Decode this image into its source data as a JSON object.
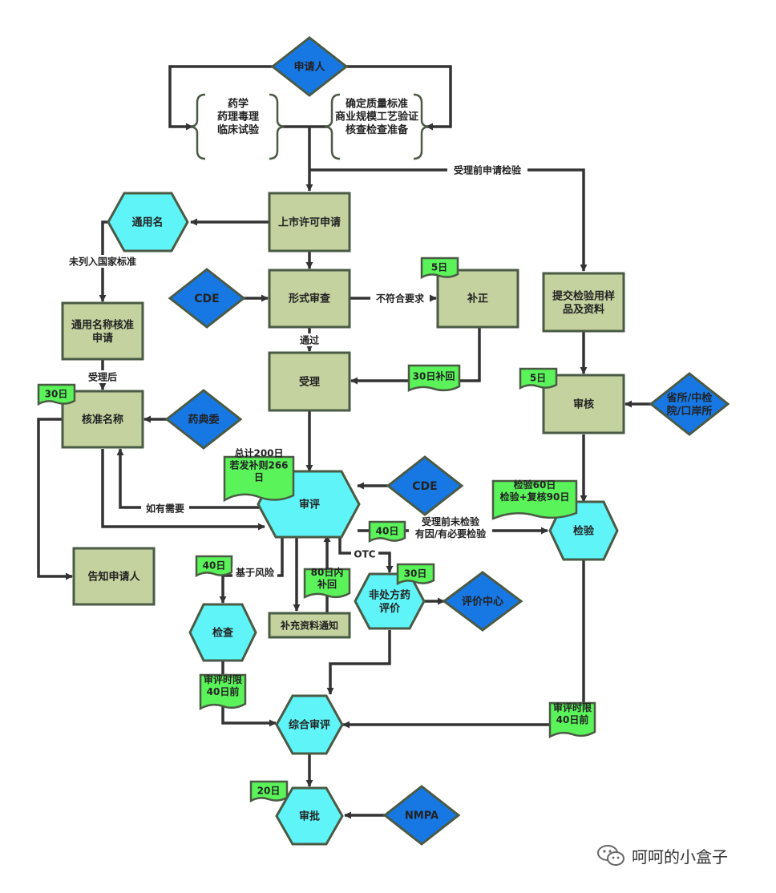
{
  "colors": {
    "process_fill": "#c3d29f",
    "process_stroke": "#4a5a44",
    "hex_fill": "#5ff4f8",
    "diamond_fill": "#1778e4",
    "tag_fill": "#5af35a",
    "line": "#333333"
  },
  "nodes": {
    "applicant": "申请人",
    "brace_left": "药学\n药理毒理\n临床试验",
    "brace_right": "确定质量标准\n商业规模工艺验证\n核查检查准备",
    "market_app": "上市许可申请",
    "generic_name": "通用名",
    "generic_name_app": "通用名称核准\n申请",
    "formal_review": "形式审查",
    "cde_1": "CDE",
    "supplement": "补正",
    "accept": "受理",
    "submit_samples": "提交检验用样\n品及资料",
    "audit": "审核",
    "provincial": "省所/中检\n院/口岸所",
    "approve_name": "核准名称",
    "pharmacopoeia": "药典委",
    "review": "审评",
    "cde_2": "CDE",
    "testing": "检验",
    "notify_applicant": "告知申请人",
    "inspection": "检查",
    "supplement_notice": "补充资料通知",
    "otc_eval": "非处方药\n评价",
    "eval_center": "评价中心",
    "comprehensive": "综合审评",
    "approval": "审批",
    "nmpa": "NMPA"
  },
  "tags": {
    "supplement_5d": "5日",
    "reply_30d": "30日补回",
    "audit_5d": "5日",
    "name_30d": "30日",
    "total_200": "总计200日\n若发补则266\n日",
    "testing_days": "检验60日\n检验+复核90日",
    "review_40d": "40日",
    "inspection_40d": "40日",
    "reply_80d": "80日内\n补回",
    "otc_30d": "30日",
    "deadline_left": "审评时限\n40日前",
    "deadline_right": "审评时限\n40日前",
    "approval_20d": "20日"
  },
  "edge_labels": {
    "pre_accept_test": "受理前申请检验",
    "not_in_standard": "未列入国家标准",
    "non_compliant": "不符合要求",
    "passed": "通过",
    "after_accept": "受理后",
    "if_needed": "如有需要",
    "not_tested_before": "受理前未检验\n有因/有必要检验",
    "risk_based": "基于风险",
    "otc": "OTC"
  },
  "watermark": "呵呵的小盒子"
}
